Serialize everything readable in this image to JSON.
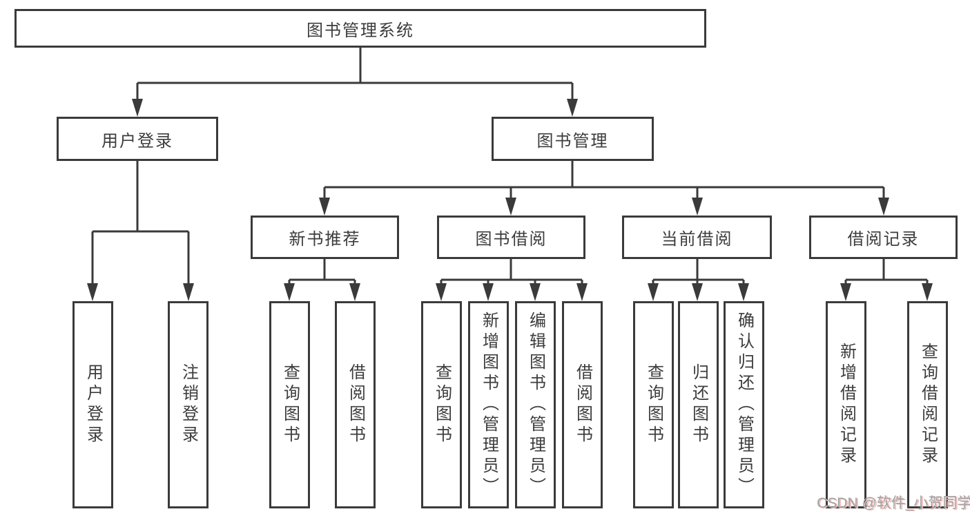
{
  "tree": {
    "label": "图书管理系统",
    "children": [
      {
        "label": "用户登录",
        "children": [
          {
            "label": "用户登录"
          },
          {
            "label": "注销登录"
          }
        ]
      },
      {
        "label": "图书管理",
        "children": [
          {
            "label": "新书推荐",
            "children": [
              {
                "label": "查询图书"
              },
              {
                "label": "借阅图书"
              }
            ]
          },
          {
            "label": "图书借阅",
            "children": [
              {
                "label": "查询图书"
              },
              {
                "label": "新增图书（管理员）"
              },
              {
                "label": "编辑图书（管理员）"
              },
              {
                "label": "借阅图书"
              }
            ]
          },
          {
            "label": "当前借阅",
            "children": [
              {
                "label": "查询图书"
              },
              {
                "label": "归还图书"
              },
              {
                "label": "确认归还（管理员）"
              }
            ]
          },
          {
            "label": "借阅记录",
            "children": [
              {
                "label": "新增借阅记录"
              },
              {
                "label": "查询借阅记录"
              }
            ]
          }
        ]
      }
    ]
  },
  "watermark": {
    "text": "CSDN @软件_小贺同学"
  },
  "colors": {
    "line": "#3a3a3a",
    "text": "#3c3c3c",
    "background": "#ffffff",
    "watermark_gray": "#a2a2a2",
    "watermark_red": "#f2b8b8"
  }
}
